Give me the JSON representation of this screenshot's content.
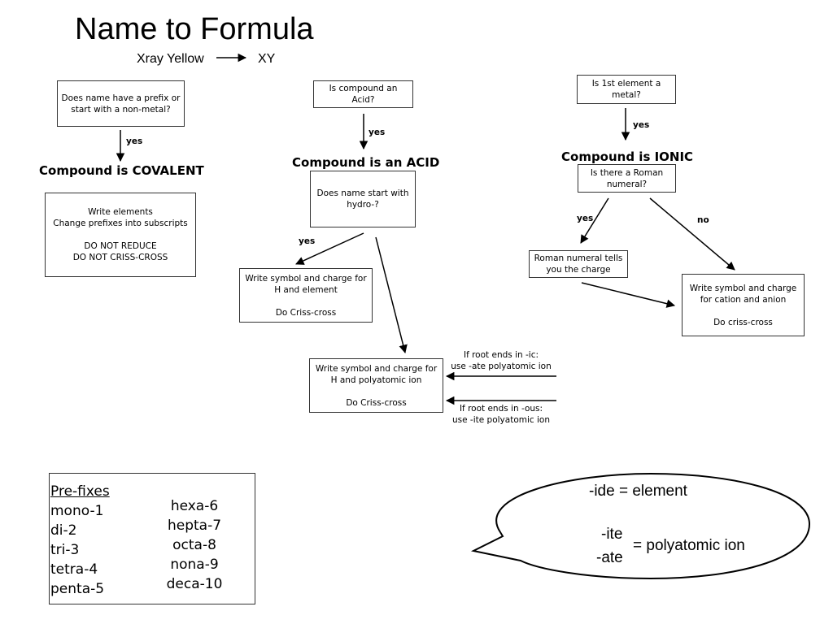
{
  "header": {
    "title": "Name to Formula",
    "example_left": "Xray Yellow",
    "example_right": "XY"
  },
  "covalent": {
    "question": "Does name have a prefix or start with a non-metal?",
    "yes_label": "yes",
    "heading": "Compound is COVALENT",
    "instructions": "Write elements\nChange prefixes into subscripts\n\nDO NOT REDUCE\nDO NOT CRISS-CROSS"
  },
  "acid": {
    "question": "Is compound an Acid?",
    "yes_label": "yes",
    "heading": "Compound is an ACID",
    "hydro_question": "Does name start with hydro-?",
    "hydro_yes_label": "yes",
    "hydro_result": "Write symbol and charge for H and element\n\nDo Criss-cross",
    "poly_result": "Write symbol and charge for H and polyatomic ion\n\nDo Criss-cross",
    "ic_note": "If root ends in -ic:\nuse -ate polyatomic ion",
    "ous_note": "If root ends in -ous:\nuse -ite polyatomic ion"
  },
  "ionic": {
    "question": "Is 1st element a metal?",
    "yes_label": "yes",
    "heading": "Compound is IONIC",
    "roman_question": "Is there a Roman numeral?",
    "roman_yes_label": "yes",
    "roman_no_label": "no",
    "roman_result": "Roman numeral tells you the charge",
    "cation_anion_result": "Write symbol and charge for cation and anion\n\nDo criss-cross"
  },
  "prefixes": {
    "heading": "Pre-fixes",
    "col1": [
      "mono-1",
      "di-2",
      "tri-3",
      "tetra-4",
      "penta-5"
    ],
    "col2": [
      "hexa-6",
      "hepta-7",
      "octa-8",
      "nona-9",
      "deca-10"
    ]
  },
  "bubble": {
    "line1": "-ide = element",
    "ite": "-ite",
    "ate": "-ate",
    "poly": "= polyatomic ion"
  }
}
